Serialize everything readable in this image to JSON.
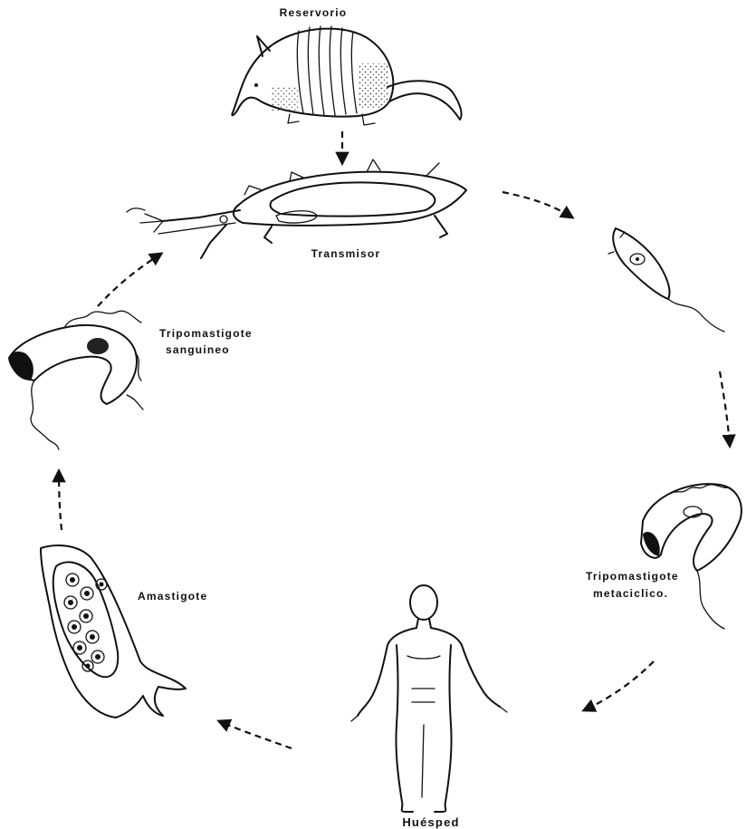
{
  "labels": {
    "reservoir": "Reservorio",
    "vector": "Transmisor",
    "blood_trypomastigote_line1": "Tripomastigote",
    "blood_trypomastigote_line2": "sanguineo",
    "metacyclic_line1": "Tripomastigote",
    "metacyclic_line2": "metaciclico.",
    "amastigote": "Amastigote",
    "host": "Huésped"
  }
}
